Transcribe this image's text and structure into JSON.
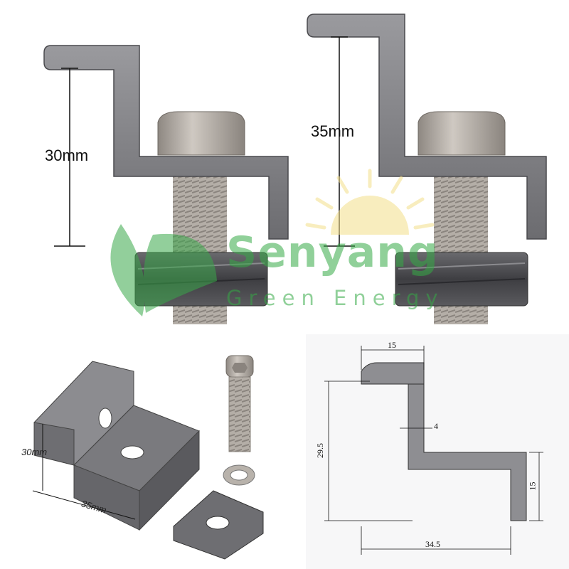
{
  "top_left": {
    "height_label": "30mm"
  },
  "top_right": {
    "height_label": "35mm"
  },
  "bottom_left": {
    "height_label": "30mm",
    "width_label": "35mm"
  },
  "drawing": {
    "dim_top": "15",
    "dim_thickness": "4",
    "dim_height": "29.5",
    "dim_lip": "15",
    "dim_width": "34.5"
  },
  "watermark": {
    "brand": "Senyang",
    "tagline": "Green Energy",
    "brand_color": "#3aa84a"
  },
  "colors": {
    "metal": "#7f7f83",
    "metal_dark": "#4a4a4e",
    "bolt": "#a8a29c"
  }
}
